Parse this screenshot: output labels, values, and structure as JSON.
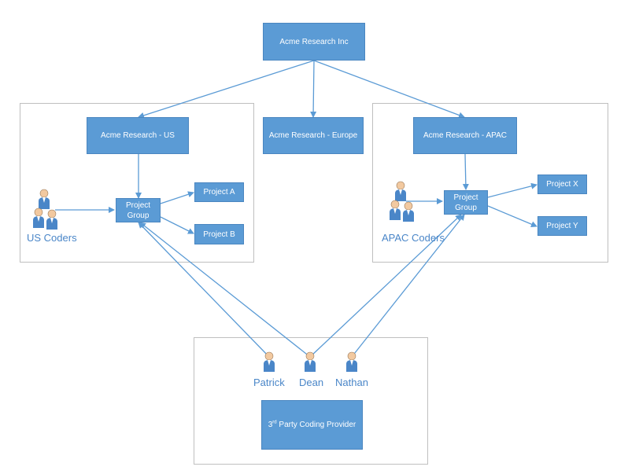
{
  "nodes": {
    "root": "Acme Research Inc",
    "us": "Acme Research - US",
    "europe": "Acme Research - Europe",
    "apac": "Acme Research - APAC",
    "us_group_line1": "Project",
    "us_group_line2": "Group",
    "apac_group_line1": "Project",
    "apac_group_line2": "Group",
    "project_a": "Project A",
    "project_b": "Project B",
    "project_x": "Project X",
    "project_y": "Project Y",
    "provider_prefix": "3",
    "provider_sup": "rd",
    "provider_rest": " Party Coding Provider"
  },
  "people": {
    "us_coders": "US Coders",
    "apac_coders": "APAC Coders",
    "patrick": "Patrick",
    "dean": "Dean",
    "nathan": "Nathan"
  },
  "colors": {
    "box": "#5b9bd5",
    "line": "#5b9bd5",
    "label": "#4a86c8",
    "frame": "#bfbfbf"
  },
  "icons": [
    "person-icon",
    "people-group-icon",
    "arrow-icon"
  ]
}
